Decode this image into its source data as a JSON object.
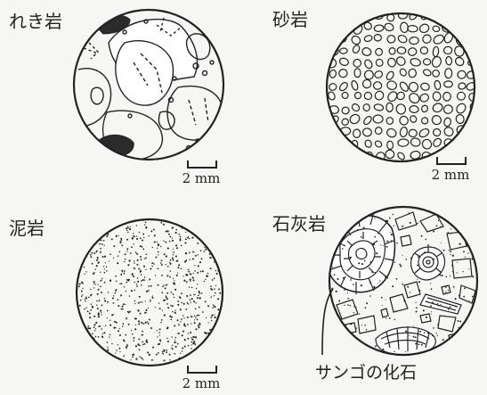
{
  "panels": {
    "conglomerate": {
      "name": "れき岩",
      "scale": "2 mm"
    },
    "sandstone": {
      "name": "砂岩",
      "scale": "2 mm"
    },
    "mudstone": {
      "name": "泥岩",
      "scale": "2 mm"
    },
    "limestone": {
      "name": "石灰岩"
    }
  },
  "callout": {
    "text": "サンゴの化石"
  },
  "colors": {
    "ink": "#222222",
    "background": "#f6f6f4"
  }
}
